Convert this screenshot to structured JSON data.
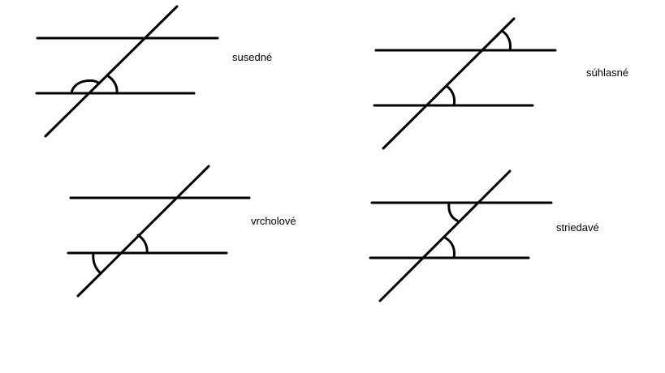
{
  "labels": {
    "adjacent": "susedné",
    "corresponding": "súhlasné",
    "vertical": "vrcholové",
    "alternate": "striedavé"
  },
  "style": {
    "line_color": "#000000",
    "background": "#ffffff"
  }
}
